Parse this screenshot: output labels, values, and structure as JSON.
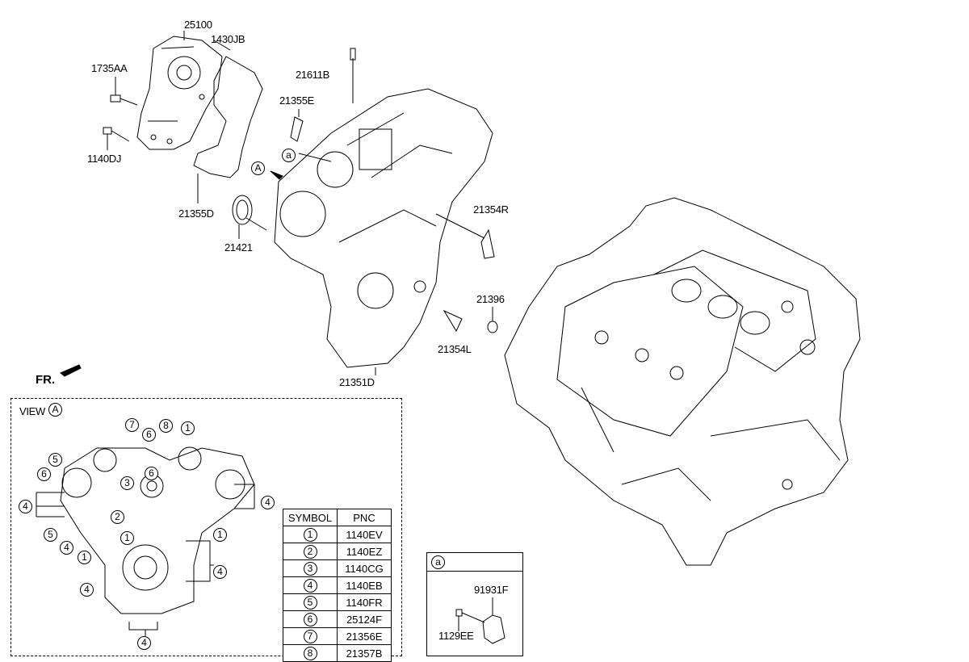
{
  "diagram": {
    "part_labels": {
      "p25100": "25100",
      "p1430JB": "1430JB",
      "p1735AA": "1735AA",
      "p21611B": "21611B",
      "p21355E": "21355E",
      "p1140DJ": "1140DJ",
      "p21355D": "21355D",
      "p21354R": "21354R",
      "p21421": "21421",
      "p21396": "21396",
      "p21354L": "21354L",
      "p21351D": "21351D"
    },
    "callout_a": "a",
    "callout_A": "A",
    "front_label": "FR.",
    "view": {
      "title": "VIEW",
      "view_letter": "A",
      "callouts": [
        "7",
        "8",
        "1",
        "6",
        "5",
        "6",
        "3",
        "6",
        "4",
        "4",
        "2",
        "5",
        "1",
        "1",
        "4",
        "1",
        "4",
        "4",
        "4"
      ]
    },
    "table": {
      "headers": [
        "SYMBOL",
        "PNC"
      ],
      "rows": [
        {
          "symbol": "1",
          "pnc": "1140EV"
        },
        {
          "symbol": "2",
          "pnc": "1140EZ"
        },
        {
          "symbol": "3",
          "pnc": "1140CG"
        },
        {
          "symbol": "4",
          "pnc": "1140EB"
        },
        {
          "symbol": "5",
          "pnc": "1140FR"
        },
        {
          "symbol": "6",
          "pnc": "25124F"
        },
        {
          "symbol": "7",
          "pnc": "21356E"
        },
        {
          "symbol": "8",
          "pnc": "21357B"
        }
      ]
    },
    "detail_a": {
      "header": "a",
      "labels": [
        "91931F",
        "1129EE"
      ]
    }
  }
}
